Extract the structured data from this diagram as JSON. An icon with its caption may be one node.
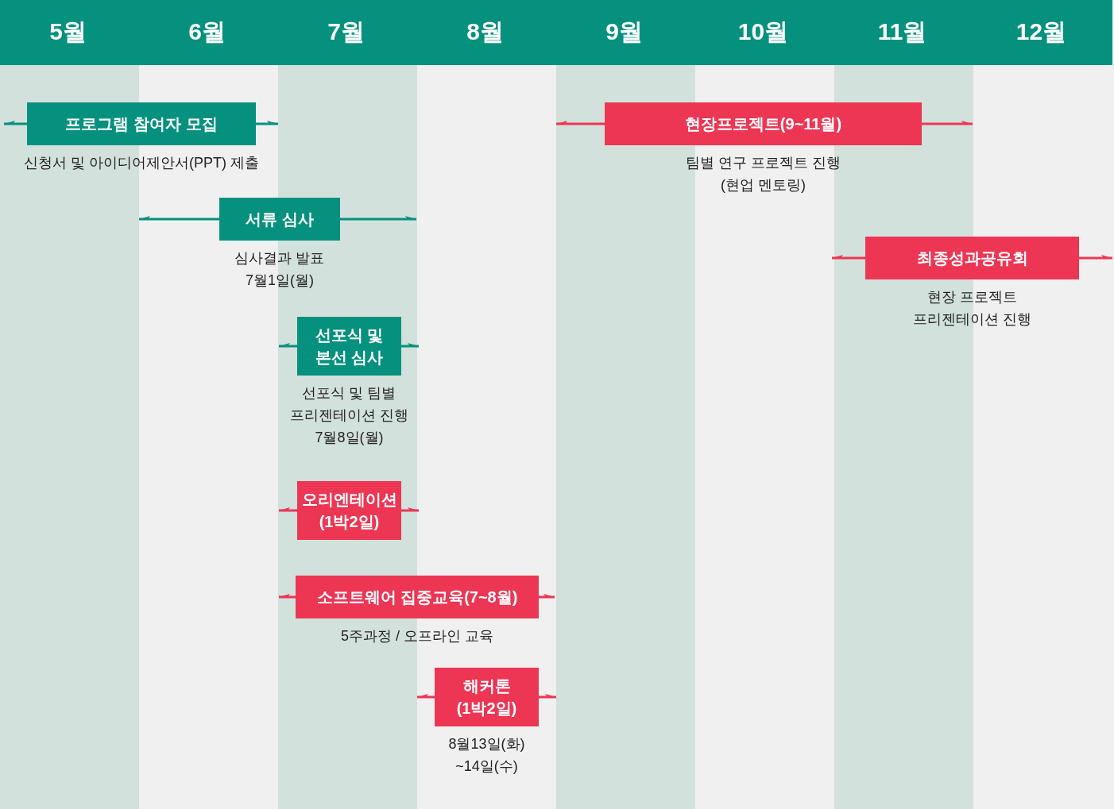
{
  "diagram": {
    "nodes": [
      {
        "text": [
          "프로그램 참여자 모집"
        ],
        "beside": [
          "신청서 및 아이디어제안서(PPT) 제출"
        ]
      },
      {
        "text": [
          "서류 심사"
        ],
        "beside": [
          "심사결과 발표",
          "7월1일(월)"
        ]
      },
      {
        "text": [
          "선포식 및 본선 심사"
        ],
        "beside": [
          "선포식 및 팀별",
          "프리젠테이션 진행",
          "7월8일(월)"
        ]
      },
      {
        "text": [
          "오리엔테이션 (1박2일)"
        ]
      },
      {
        "text": [
          "소프트웨어 집중교육(7~8월)"
        ],
        "beside": [
          "5주과정 / 오프라인 교육"
        ]
      },
      {
        "text": [
          "해커톤 (1박2일)"
        ],
        "beside": [
          "8월13일(화)",
          "~14일(수)"
        ]
      },
      {
        "text": [
          "현장프로젝트(9~11월)"
        ],
        "beside": [
          "팀별 연구 프로젝트 진행",
          "(현업 멘토링)"
        ]
      },
      {
        "text": [
          "최종성과공유회"
        ],
        "beside": [
          "현장 프로젝트",
          "프리젠테이션 진행"
        ]
      }
    ],
    "labels": [
      "5월",
      "6월",
      "7월",
      "8월",
      "9월",
      "10월",
      "11월",
      "12월"
    ]
  }
}
